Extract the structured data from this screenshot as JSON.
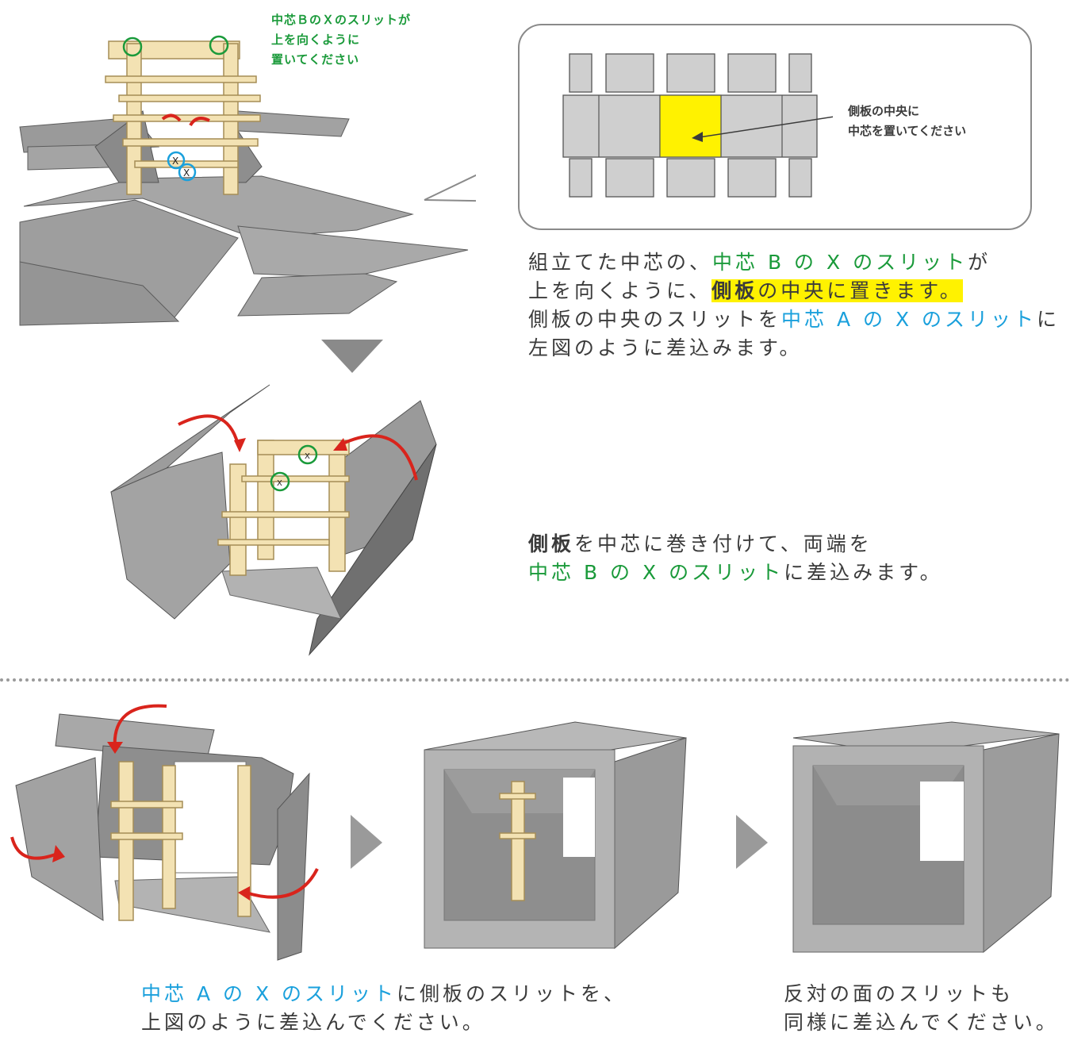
{
  "top_note": {
    "line1": "中芯ＢのＸのスリットが",
    "line2": "上を向くように",
    "line3": "置いてください"
  },
  "callout": {
    "line1": "側板の中央に",
    "line2": "中芯を置いてください"
  },
  "step1": {
    "l1_a": "組立てた中芯の、",
    "l1_b": "中芯 B の X のスリット",
    "l1_c": "が",
    "l2_a": "上を向くように、",
    "l2_b": "側板",
    "l2_c": "の中央に置きます。",
    "l3_a": "側板の中央のスリットを",
    "l3_b": "中芯 A の X のスリット",
    "l3_c": "に",
    "l4": "左図のように差込みます。"
  },
  "step2": {
    "l1_a": "側板",
    "l1_b": "を中芯に巻き付けて、両端を",
    "l2_a": "中芯 B の X のスリット",
    "l2_b": "に差込みます。"
  },
  "bottom_left": {
    "l1_a": "中芯 A の X のスリット",
    "l1_b": "に側板のスリットを、",
    "l2": "上図のように差込んでください。"
  },
  "bottom_right": {
    "l1": "反対の面のスリットも",
    "l2": "同様に差込んでください。"
  },
  "marks": {
    "x_label": "X"
  },
  "colors": {
    "green": "#1a9a3a",
    "blue": "#1aa0dc",
    "highlight": "#fff200",
    "arrow_red": "#d9241c",
    "cardboard": "#9c9c9c",
    "core_wood": "#f3e2b3"
  }
}
